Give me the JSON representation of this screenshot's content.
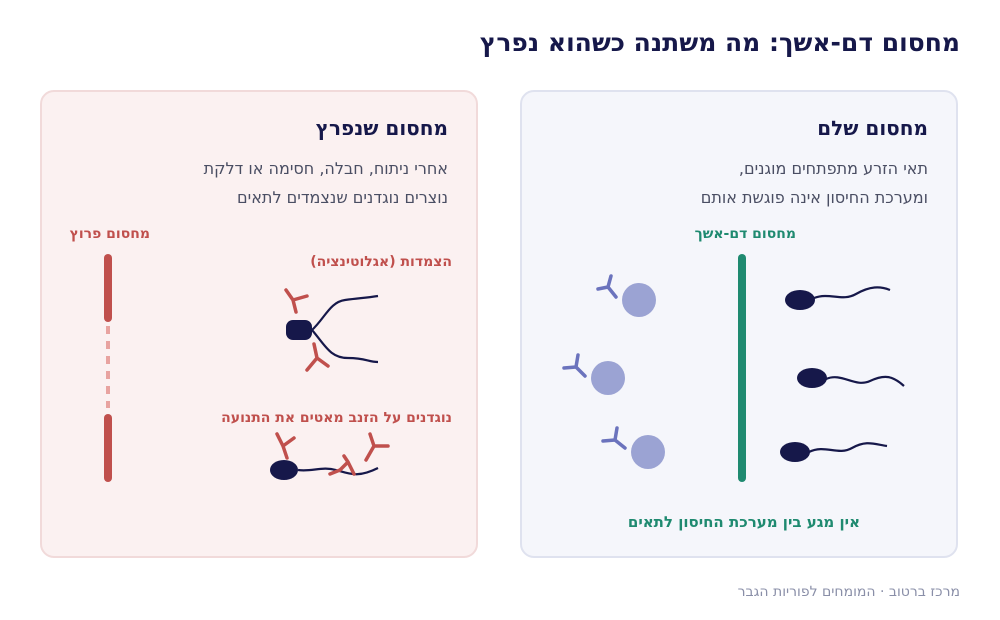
{
  "title": "מחסום דם-אשך: מה משתנה כשהוא נפרץ",
  "intact": {
    "title": "מחסום שלם",
    "desc_line1": "תאי הזרע מתפתחים מוגנים,",
    "desc_line2": "ומערכת החיסון אינה פוגשת אותם",
    "barrier_label": "מחסום דם-אשך",
    "bottom_note": "אין מגע בין מערכת החיסון לתאים"
  },
  "breached": {
    "title": "מחסום שנפרץ",
    "desc_line1": "אחרי ניתוח, חבלה, חסימה או דלקת",
    "desc_line2": "נוצרים נוגדנים שנצמדים לתאים",
    "barrier_label": "מחסום פרוץ",
    "agglutination_label": "הצמדות (אגלוטינציה)",
    "tail_label": "נוגדנים על הזנב מאטים את התנועה"
  },
  "footer": "מרכז ברטוב · המומחים לפוריות הגבר",
  "colors": {
    "navy": "#16184a",
    "red": "#c0504d",
    "green": "#1f8a70",
    "immune": "#9ba3d3",
    "antibody_blue": "#6b73bd"
  }
}
